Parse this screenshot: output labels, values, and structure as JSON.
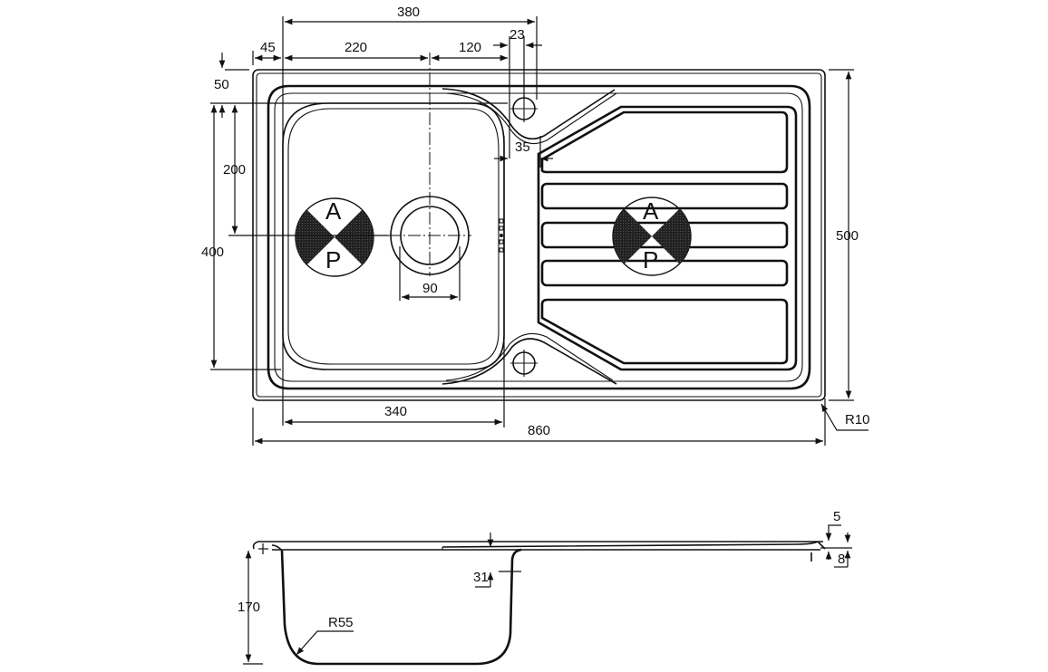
{
  "drawing": {
    "subject": "Single bowl kitchen sink with drainer",
    "plan_view": {
      "dimensions": {
        "overall_width": "380",
        "edge_to_bowl": "45",
        "bowl_to_waste_center": "220",
        "waste_to_tap_hole": "120",
        "tap_hole_offset": "23",
        "top_margin": "50",
        "waste_from_bowl_top": "200",
        "bowl_length": "400",
        "waste_diameter": "90",
        "bowl_to_drainer_gap": "35",
        "overall_depth": "500",
        "corner_radius": "R10",
        "bowl_width": "340",
        "overall_length": "860"
      },
      "symbols": [
        {
          "name": "bowl-ap-symbol",
          "top": "A",
          "bottom": "P"
        },
        {
          "name": "drainer-ap-symbol",
          "top": "A",
          "bottom": "P"
        }
      ],
      "drainer_ribs": 5
    },
    "section_view": {
      "dimensions": {
        "bowl_depth": "170",
        "bowl_radius": "R55",
        "drainer_depth": "31",
        "rim_thickness": "5",
        "rim_height": "8"
      }
    }
  }
}
